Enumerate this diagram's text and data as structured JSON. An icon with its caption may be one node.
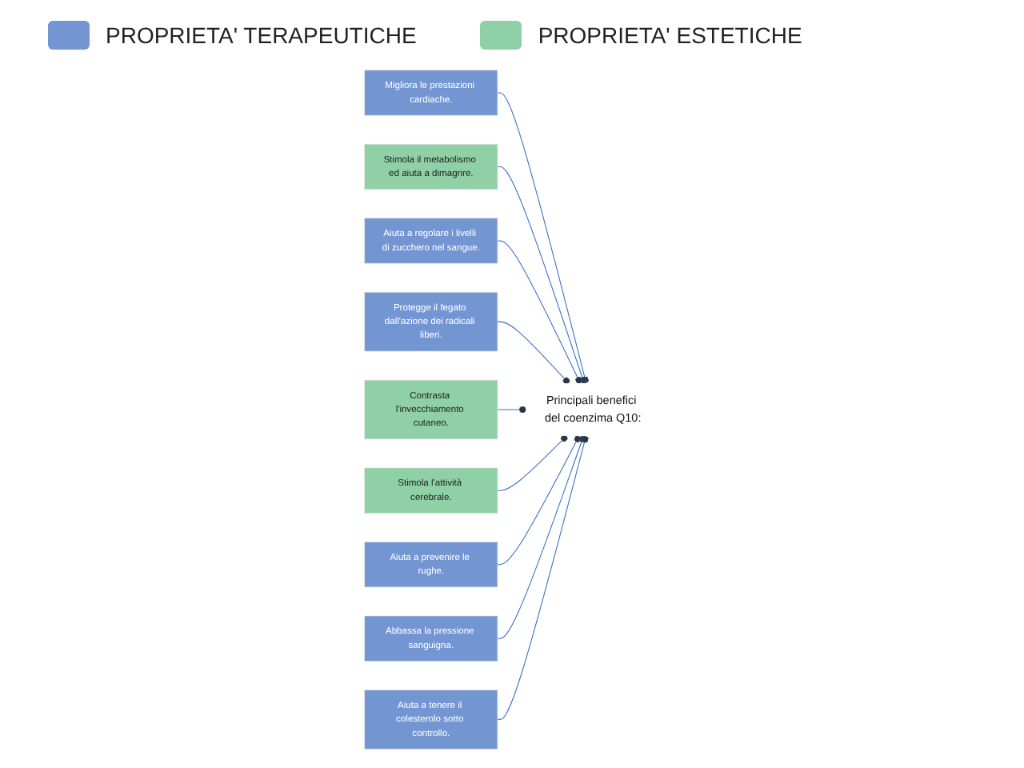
{
  "diagram": {
    "nodes": [
      {
        "text": [
          "Migliora le prestazioni cardiache."
        ]
      },
      {
        "text": [
          "Stimola il metabolismo ed aiuta a dimagrire."
        ]
      },
      {
        "text": [
          "Aiuta a regolare i livelli di zucchero nel sangue."
        ]
      },
      {
        "text": [
          "Protegge il fegato dall'azione dei radicali liberi."
        ]
      },
      {
        "text": [
          "Principali benefici del coenzima Q10:"
        ]
      },
      {
        "text": [
          "Contrasta l'invecchiamento cutaneo."
        ]
      },
      {
        "text": [
          "Stimola l'attività cerebrale."
        ]
      },
      {
        "text": [
          "Aiuta a prevenire le rughe."
        ]
      },
      {
        "text": [
          "Abbassa la pressione sanguigna."
        ]
      },
      {
        "text": [
          "Aiuta a tenere il colesterolo sotto controllo."
        ]
      }
    ],
    "edges": [
      {
        "from": 0,
        "to": 4,
        "arrow": "other"
      },
      {
        "from": 1,
        "to": 4,
        "arrow": "other"
      },
      {
        "from": 2,
        "to": 4,
        "arrow": "other"
      },
      {
        "from": 3,
        "to": 4,
        "arrow": "other"
      },
      {
        "from": 5,
        "to": 4,
        "arrow": "other"
      },
      {
        "from": 6,
        "to": 4,
        "arrow": "other"
      },
      {
        "from": 7,
        "to": 4,
        "arrow": "other"
      },
      {
        "from": 8,
        "to": 4,
        "arrow": "other"
      },
      {
        "from": 9,
        "to": 4,
        "arrow": "other"
      }
    ],
    "legend": [
      {
        "text": "PROPRIETA' TERAPEUTICHE",
        "color": "#7396d2"
      },
      {
        "text": "PROPRIETA' ESTETICHE",
        "color": "#8fd0a6"
      }
    ]
  }
}
